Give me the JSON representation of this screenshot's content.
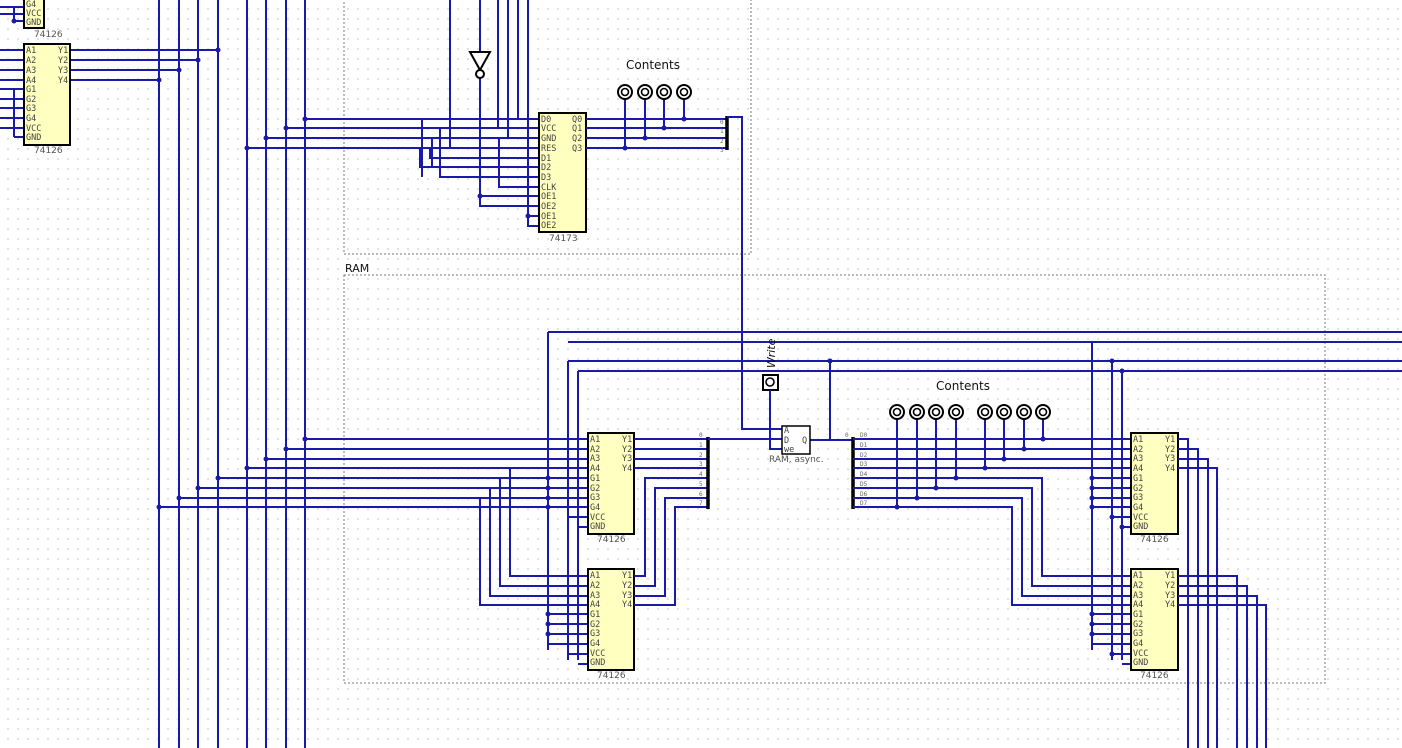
{
  "chips": {
    "part_74126": "74126",
    "part_74173": "74173",
    "pins_74126_left": [
      "A1",
      "A2",
      "A3",
      "A4",
      "G1",
      "G2",
      "G3",
      "G4",
      "VCC",
      "GND"
    ],
    "pins_74126_right": [
      "Y1",
      "Y2",
      "Y3",
      "Y4"
    ],
    "pins_74173_left": [
      "D0",
      "VCC",
      "GND",
      "RES",
      "D1",
      "D2",
      "D3",
      "CLK",
      "OE1",
      "OE2",
      "OE1",
      "OE2"
    ],
    "pins_74173_right": [
      "Q0",
      "Q1",
      "Q2",
      "Q3"
    ],
    "partial_top_left_pins": [
      "G4",
      "VCC",
      "GND"
    ]
  },
  "ram": {
    "section_title": "RAM",
    "pins": [
      "A",
      "D",
      "we",
      "Q"
    ],
    "label": "RAM, async.",
    "write_label": "Write"
  },
  "labels": {
    "contents_top": "Contents",
    "contents_ram": "Contents"
  },
  "splitter": {
    "top_bits": [
      "0",
      "1",
      "2",
      "3"
    ],
    "left_bits": [
      "0",
      "1",
      "2",
      "3",
      "4",
      "5",
      "6",
      "7"
    ],
    "right_bits": [
      "D0",
      "D1",
      "D2",
      "D3",
      "D4",
      "D5",
      "D6",
      "D7"
    ]
  }
}
